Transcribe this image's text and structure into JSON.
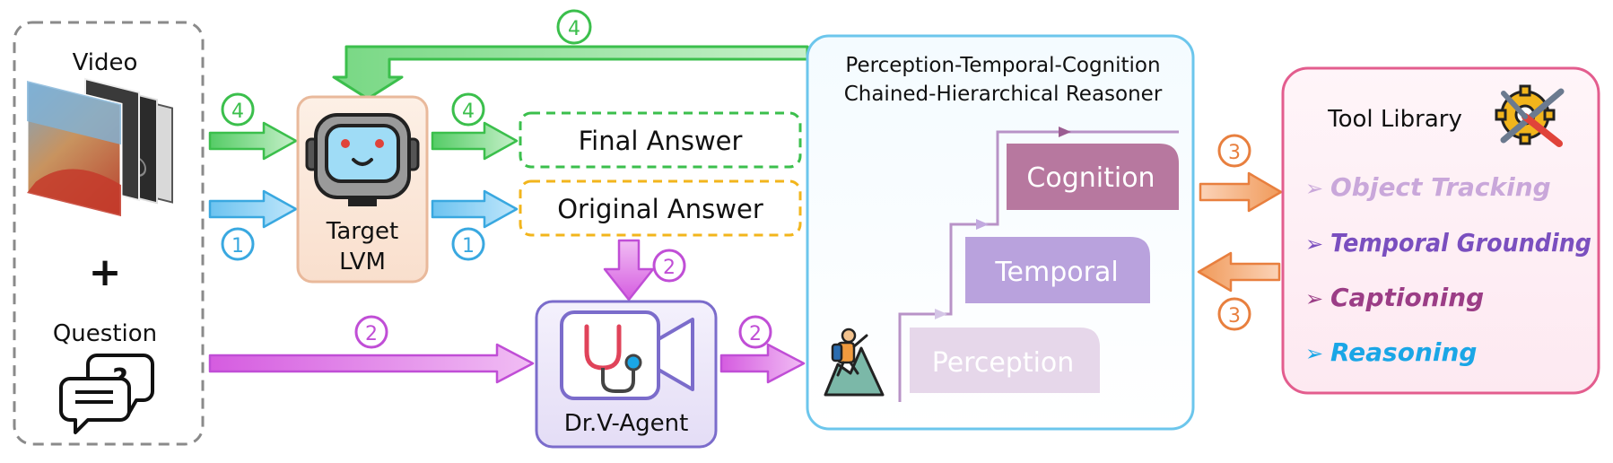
{
  "input_panel": {
    "video_label": "Video",
    "plus": "+",
    "question_label": "Question",
    "question_mark": "?"
  },
  "target_model": {
    "line1": "Target",
    "line2": "LVM"
  },
  "answers": {
    "final": "Final Answer",
    "original": "Original Answer"
  },
  "agent": {
    "label": "Dr.V-Agent"
  },
  "reasoner": {
    "title_line1": "Perception-Temporal-Cognition",
    "title_line2": "Chained-Hierarchical Reasoner",
    "levels": [
      "Perception",
      "Temporal",
      "Cognition"
    ]
  },
  "tool_library": {
    "title": "Tool Library",
    "bullet": "➢",
    "tools": [
      {
        "name": "Object Tracking",
        "color": "#c9a7da"
      },
      {
        "name": "Temporal Grounding",
        "color": "#7a4fbf"
      },
      {
        "name": "Captioning",
        "color": "#9b3d86"
      },
      {
        "name": "Reasoning",
        "color": "#1aa6e6"
      }
    ]
  },
  "steps": {
    "step1": "1",
    "step2": "2",
    "step3": "3",
    "step4": "4"
  },
  "colors": {
    "step1": "#39a8e0",
    "step2": "#c04ed6",
    "step3": "#e87f3e",
    "step4": "#3bbf4c",
    "reasoner_border": "#6cc6ec",
    "tool_border": "#e35d8e",
    "agent_border": "#7b6ccb",
    "lvm_border": "#e9b99b"
  }
}
